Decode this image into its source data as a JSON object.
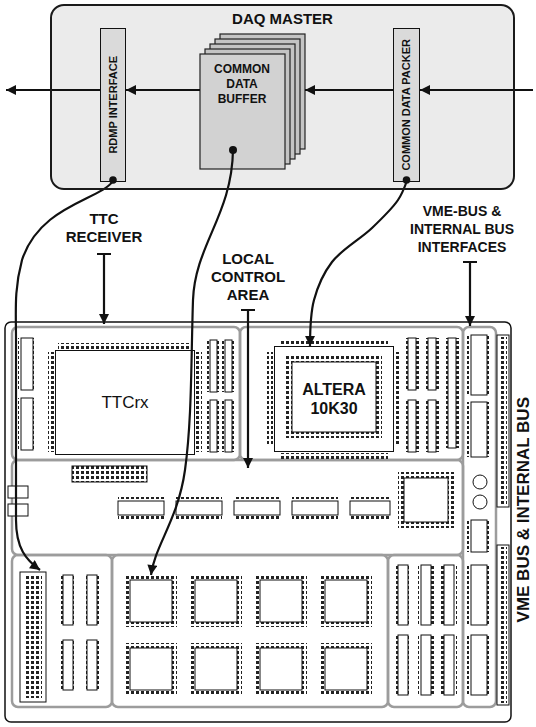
{
  "diagram": {
    "nodes": [
      {
        "text": [
          "DAQ MASTER"
        ]
      },
      {
        "text": [
          "RDMP INTERFACE"
        ],
        "in": 0
      },
      {
        "text": [
          "COMMON DATA BUFFER"
        ],
        "in": 0
      },
      {
        "text": [
          "COMMON DATA PACKER"
        ],
        "in": 0
      },
      {
        "text": [
          "TTCrx"
        ]
      },
      {
        "text": [
          "ALTERA 10K30"
        ]
      }
    ],
    "edges": [
      {
        "from": 3,
        "to": 2,
        "arrow": "to"
      },
      {
        "from": 2,
        "to": 1,
        "arrow": "to"
      },
      {
        "from": 3,
        "to": 5,
        "arrow": "to"
      }
    ],
    "labels": [
      "TTC RECEIVER",
      "LOCAL CONTROL AREA",
      "VME-BUS & INTERNAL BUS INTERFACES",
      "VME BUS & INTERNAL BUS"
    ]
  }
}
